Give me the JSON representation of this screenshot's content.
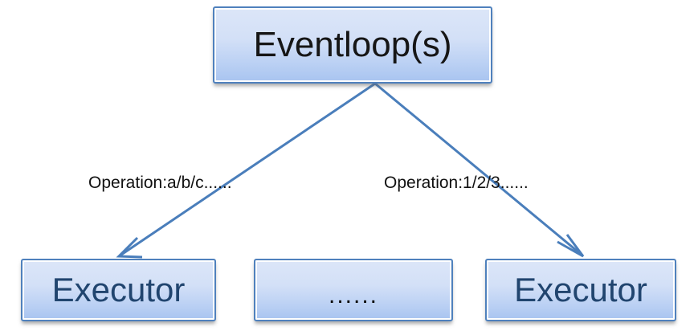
{
  "diagram": {
    "title": "Eventloop and Executor dispatch diagram",
    "colors": {
      "box_border": "#4f81bd",
      "box_fill_top": "#dce6f8",
      "box_fill_bottom": "#a8c4f0",
      "connector": "#4a7ebb",
      "executor_text": "#21456f",
      "eventloop_text": "#161616",
      "label_text": "#111111",
      "background": "#ffffff"
    },
    "nodes": {
      "eventloop": {
        "label": "Eventloop(s)"
      },
      "executor_left": {
        "label": "Executor"
      },
      "executor_middle": {
        "label": "......"
      },
      "executor_right": {
        "label": "Executor"
      }
    },
    "edges": [
      {
        "from": "eventloop",
        "to": "executor_left",
        "label": "Operation:a/b/c......",
        "arrowhead": "open-v"
      },
      {
        "from": "eventloop",
        "to": "executor_right",
        "label": "Operation:1/2/3......",
        "arrowhead": "open-v"
      }
    ]
  }
}
